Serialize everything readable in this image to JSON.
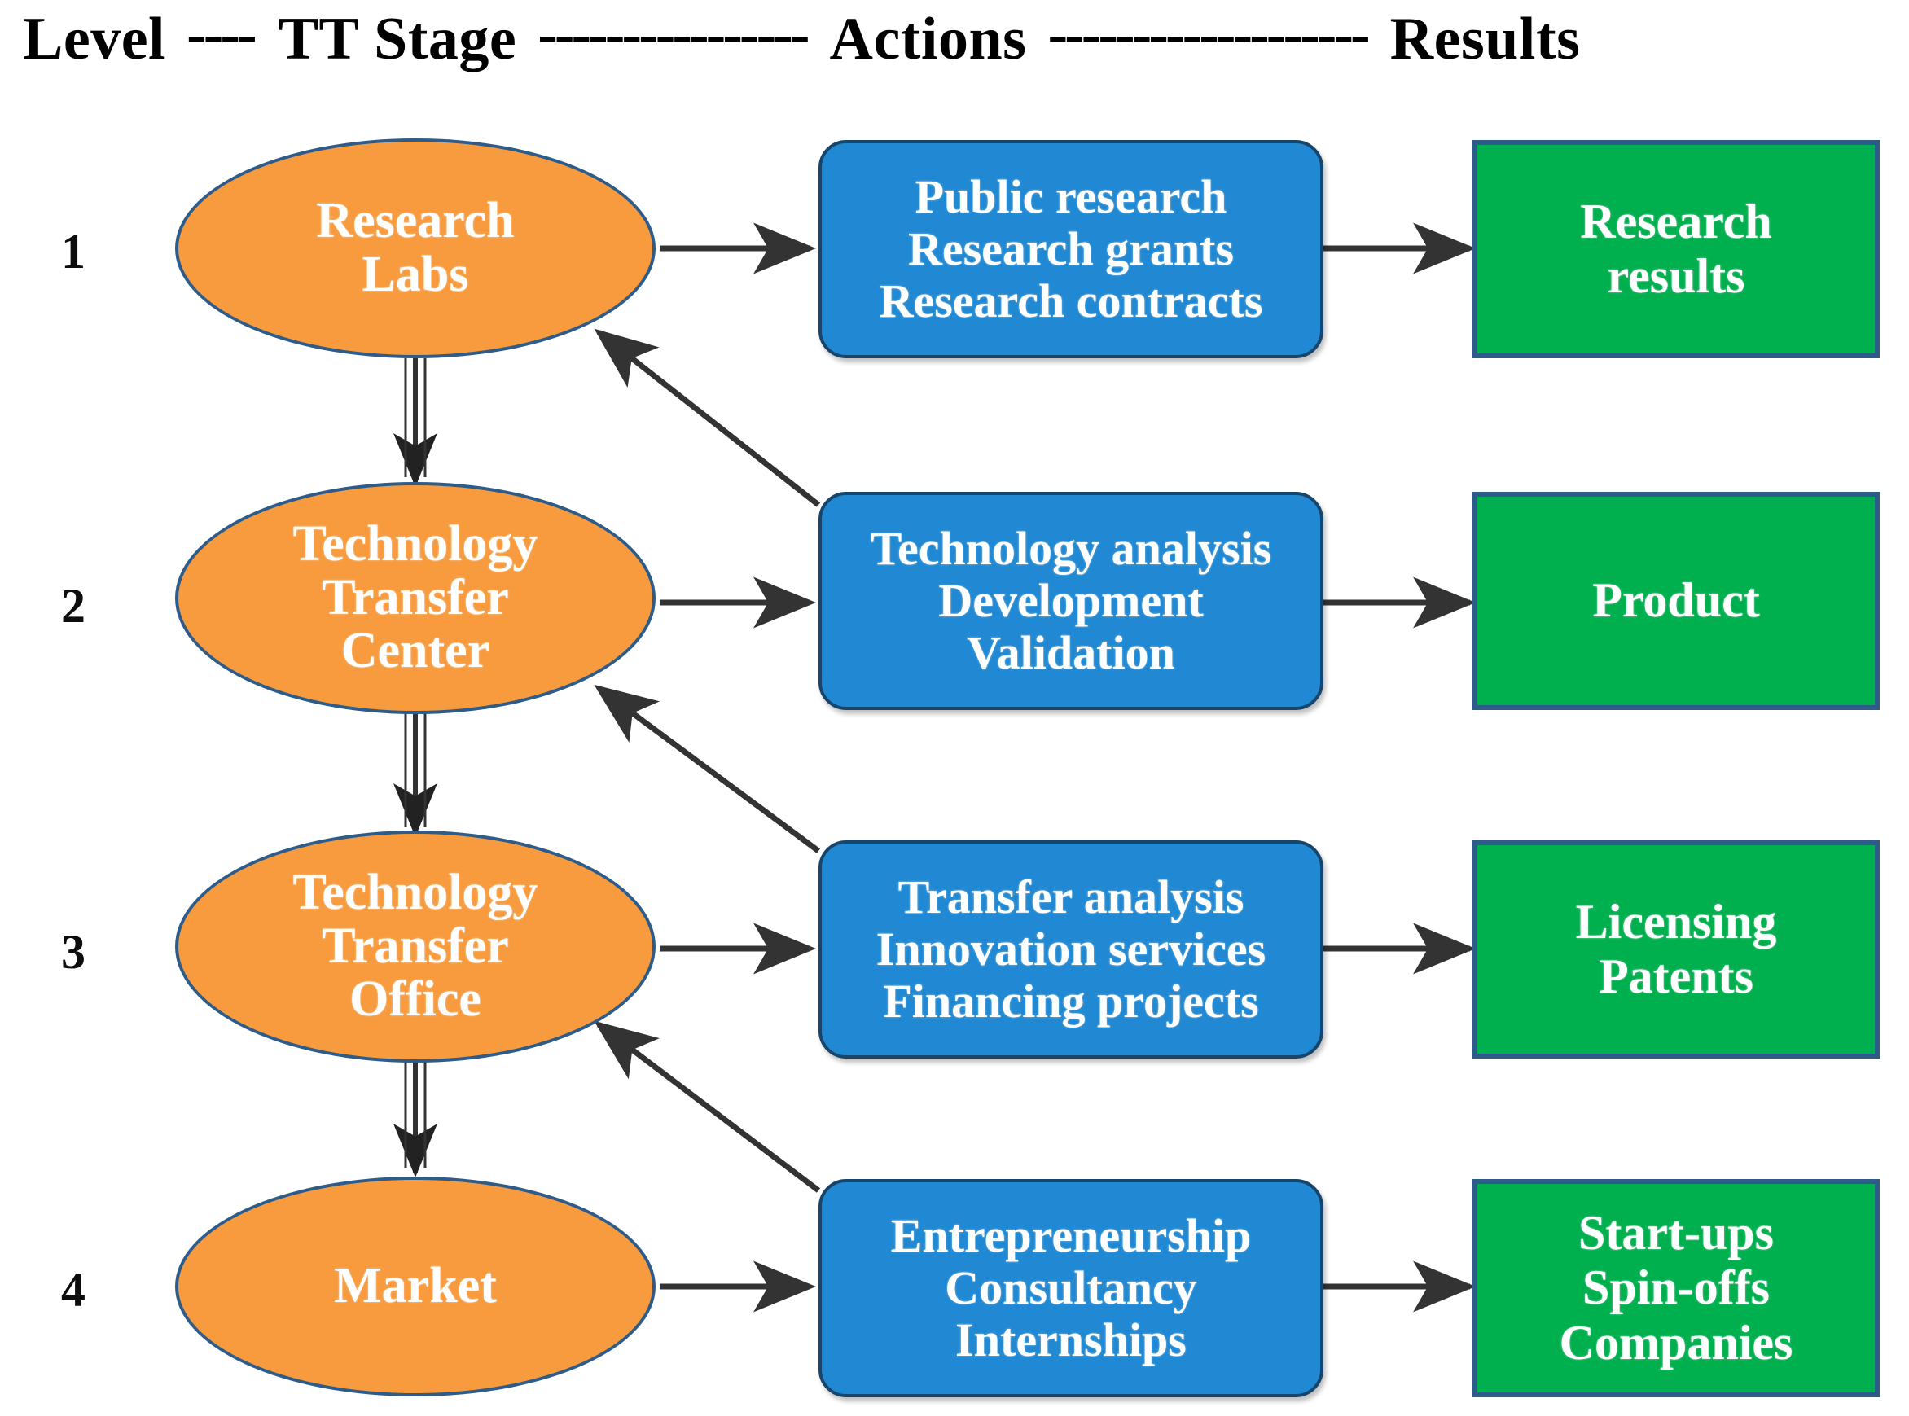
{
  "header": {
    "level_label": "Level",
    "dash_1": "----",
    "stage_label": "TT Stage",
    "dash_2": "----------------",
    "actions_label": "Actions",
    "dash_3": "-------------------",
    "results_label": "Results"
  },
  "rows": [
    {
      "level": "1",
      "stage": {
        "name": "research-labs",
        "lines": [
          "Research",
          "Labs"
        ]
      },
      "actions": {
        "name": "research-actions",
        "lines": [
          "Public research",
          "Research grants",
          "Research contracts"
        ]
      },
      "results": {
        "name": "research-results",
        "lines": [
          "Research",
          "results"
        ]
      }
    },
    {
      "level": "2",
      "stage": {
        "name": "technology-transfer-center",
        "lines": [
          "Technology",
          "Transfer",
          "Center"
        ]
      },
      "actions": {
        "name": "technology-actions",
        "lines": [
          "Technology analysis",
          "Development",
          "Validation"
        ]
      },
      "results": {
        "name": "product-result",
        "lines": [
          "Product"
        ]
      }
    },
    {
      "level": "3",
      "stage": {
        "name": "technology-transfer-office",
        "lines": [
          "Technology",
          "Transfer",
          "Office"
        ]
      },
      "actions": {
        "name": "transfer-actions",
        "lines": [
          "Transfer analysis",
          "Innovation services",
          "Financing projects"
        ]
      },
      "results": {
        "name": "licensing-patents-result",
        "lines": [
          "Licensing",
          "Patents"
        ]
      }
    },
    {
      "level": "4",
      "stage": {
        "name": "market",
        "lines": [
          "Market"
        ]
      },
      "actions": {
        "name": "market-actions",
        "lines": [
          "Entrepreneurship",
          "Consultancy",
          "Internships"
        ]
      },
      "results": {
        "name": "startups-result",
        "lines": [
          "Start-ups",
          "Spin-offs",
          "Companies"
        ]
      }
    }
  ],
  "colors": {
    "stage_fill": "#F79B3E",
    "stage_border": "#2E5C8A",
    "action_fill": "#2189D3",
    "action_border": "#17456B",
    "result_fill": "#00AF4E",
    "result_border": "#2E5C8A",
    "connector": "#333333",
    "text_on_shape": "#FFFFFF",
    "header_text": "#000000"
  },
  "connectors": {
    "stage_to_action": "arrow-right",
    "action_to_result": "arrow-right",
    "stage_to_stage": "double-headed-vertical-arrow",
    "action_to_stage_above": "diagonal-arrow-up-left"
  }
}
